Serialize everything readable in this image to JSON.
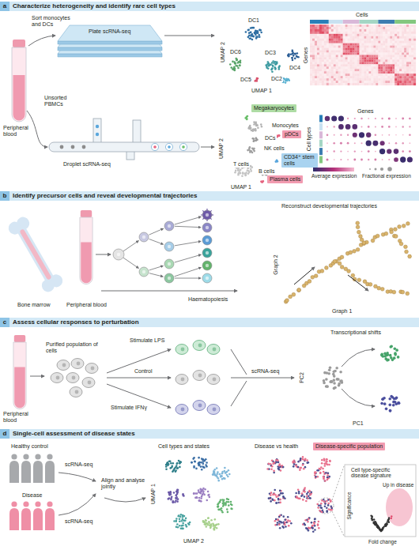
{
  "diagram": {
    "nodes": [
      {
        "text": [
          "a",
          "Characterize heterogeneity and identify rare cell types"
        ]
      },
      {
        "text": [
          "Megakaryocytes"
        ]
      },
      {
        "text": [
          "pDCs"
        ]
      },
      {
        "text": [
          "CD34⁺ stem cells"
        ]
      },
      {
        "text": [
          "Plasma cells"
        ]
      },
      {
        "text": [
          "b",
          "Identify precursor cells and reveal developmental trajectories"
        ]
      },
      {
        "text": [
          "c",
          "Assess cellular responses to perturbation"
        ]
      },
      {
        "text": [
          "d",
          "Single-cell assessment of disease states"
        ]
      },
      {
        "text": [
          "Disease-specific population"
        ]
      }
    ],
    "labels": [
      "Peripheral blood",
      "Sort monocytes and DCs",
      "Plate scRNA-seq",
      "Unsorted PBMCs",
      "Droplet scRNA-seq",
      "DC1",
      "DC6",
      "DC3",
      "DC4",
      "DC2",
      "DC5",
      "UMAP 2",
      "UMAP 1",
      "Cells",
      "Genes",
      "Monocytes",
      "DCs",
      "NK cells",
      "T cells",
      "B cells",
      "UMAP 2",
      "UMAP 1",
      "Genes",
      "Cell types",
      "Bone marrow",
      "Peripheral blood",
      "Haematopoiesis",
      "Reconstruct developmental trajectories",
      "Graph 2",
      "Graph 1",
      "Peripheral blood",
      "Purified population of cells",
      "Stimulate LPS",
      "Control",
      "Stimulate IFNγ",
      "scRNA-seq",
      "Transcriptional shifts",
      "PC2",
      "PC1",
      "Healthy control",
      "Disease",
      "scRNA-seq",
      "scRNA-seq",
      "Align and analyse jointly",
      "Cell types and states",
      "UMAP 1",
      "UMAP 2",
      "Disease vs health",
      "Cell type-specific disease signature",
      "Up in disease",
      "Significance",
      "Fold change"
    ],
    "legend": [
      {
        "text": "Average expression"
      },
      {
        "text": "Fractional expression"
      }
    ]
  }
}
